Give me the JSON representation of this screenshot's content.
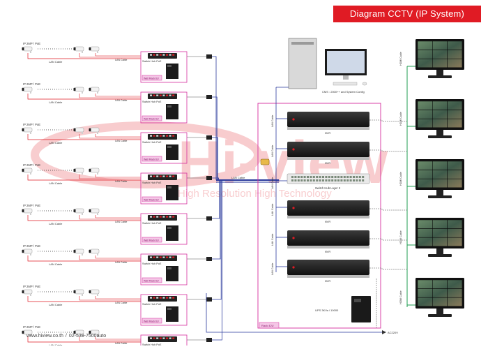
{
  "header": {
    "title": "Diagram CCTV  (IP System)"
  },
  "watermark": {
    "logo": "Hi-view",
    "tagline": "High Resolution  High Technology"
  },
  "camera": {
    "label": "IP 2MP / PoE",
    "cable": "LAN Cable"
  },
  "switch": {
    "label": "Switch Hub PoE",
    "rack": "Wall Rack 6U"
  },
  "backbone": {
    "label": "LAN Cable"
  },
  "computer": {
    "label": "CMS : 2000++ and System Config"
  },
  "nvr": {
    "label": "NVR",
    "lan": "LAN Cable",
    "hdmi": "HDMI Cable"
  },
  "core_switch": {
    "label": "Switch Hub Layer 2"
  },
  "ups": {
    "label": "UPS 3KVa / 10000"
  },
  "rack": {
    "label": "Rack 42U"
  },
  "power": {
    "label": "AC220V"
  },
  "footer": {
    "website": "www.hiview.co.th",
    "separator": "/",
    "phone": "02-539-7500auto"
  },
  "colors": {
    "accent": "#e01b24",
    "lan_blue": "#2a3a9c",
    "rack_pink": "#d62e9e",
    "hdmi_green": "#1f9e52",
    "power_gray": "#8a8a8a"
  }
}
